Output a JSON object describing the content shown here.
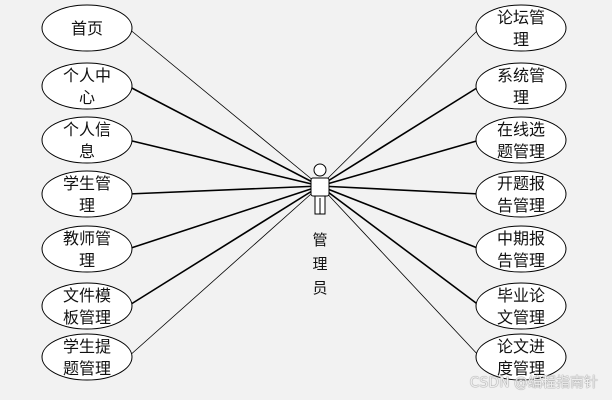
{
  "diagram": {
    "actor": {
      "label": "管理员",
      "icon": "person-icon"
    },
    "left_use_cases": [
      {
        "id": "home",
        "lines": [
          "首页"
        ]
      },
      {
        "id": "personal-center",
        "lines": [
          "个人中",
          "心"
        ]
      },
      {
        "id": "personal-info",
        "lines": [
          "个人信",
          "息"
        ]
      },
      {
        "id": "student-management",
        "lines": [
          "学生管",
          "理"
        ]
      },
      {
        "id": "teacher-management",
        "lines": [
          "教师管",
          "理"
        ]
      },
      {
        "id": "file-template-management",
        "lines": [
          "文件模",
          "板管理"
        ]
      },
      {
        "id": "student-topic-management",
        "lines": [
          "学生提",
          "题管理"
        ]
      }
    ],
    "right_use_cases": [
      {
        "id": "forum-management",
        "lines": [
          "论坛管",
          "理"
        ]
      },
      {
        "id": "system-management",
        "lines": [
          "系统管",
          "理"
        ]
      },
      {
        "id": "online-topic-selection-management",
        "lines": [
          "在线选",
          "题管理"
        ]
      },
      {
        "id": "proposal-report-management",
        "lines": [
          "开题报",
          "告管理"
        ]
      },
      {
        "id": "midterm-report-management",
        "lines": [
          "中期报",
          "告管理"
        ]
      },
      {
        "id": "graduation-thesis-management",
        "lines": [
          "毕业论",
          "文管理"
        ]
      },
      {
        "id": "thesis-progress-management",
        "lines": [
          "论文进",
          "度管理"
        ]
      }
    ]
  },
  "watermark": "CSDN @编程指南针",
  "colors": {
    "background": "#f2f2f2",
    "stroke": "#000000"
  }
}
